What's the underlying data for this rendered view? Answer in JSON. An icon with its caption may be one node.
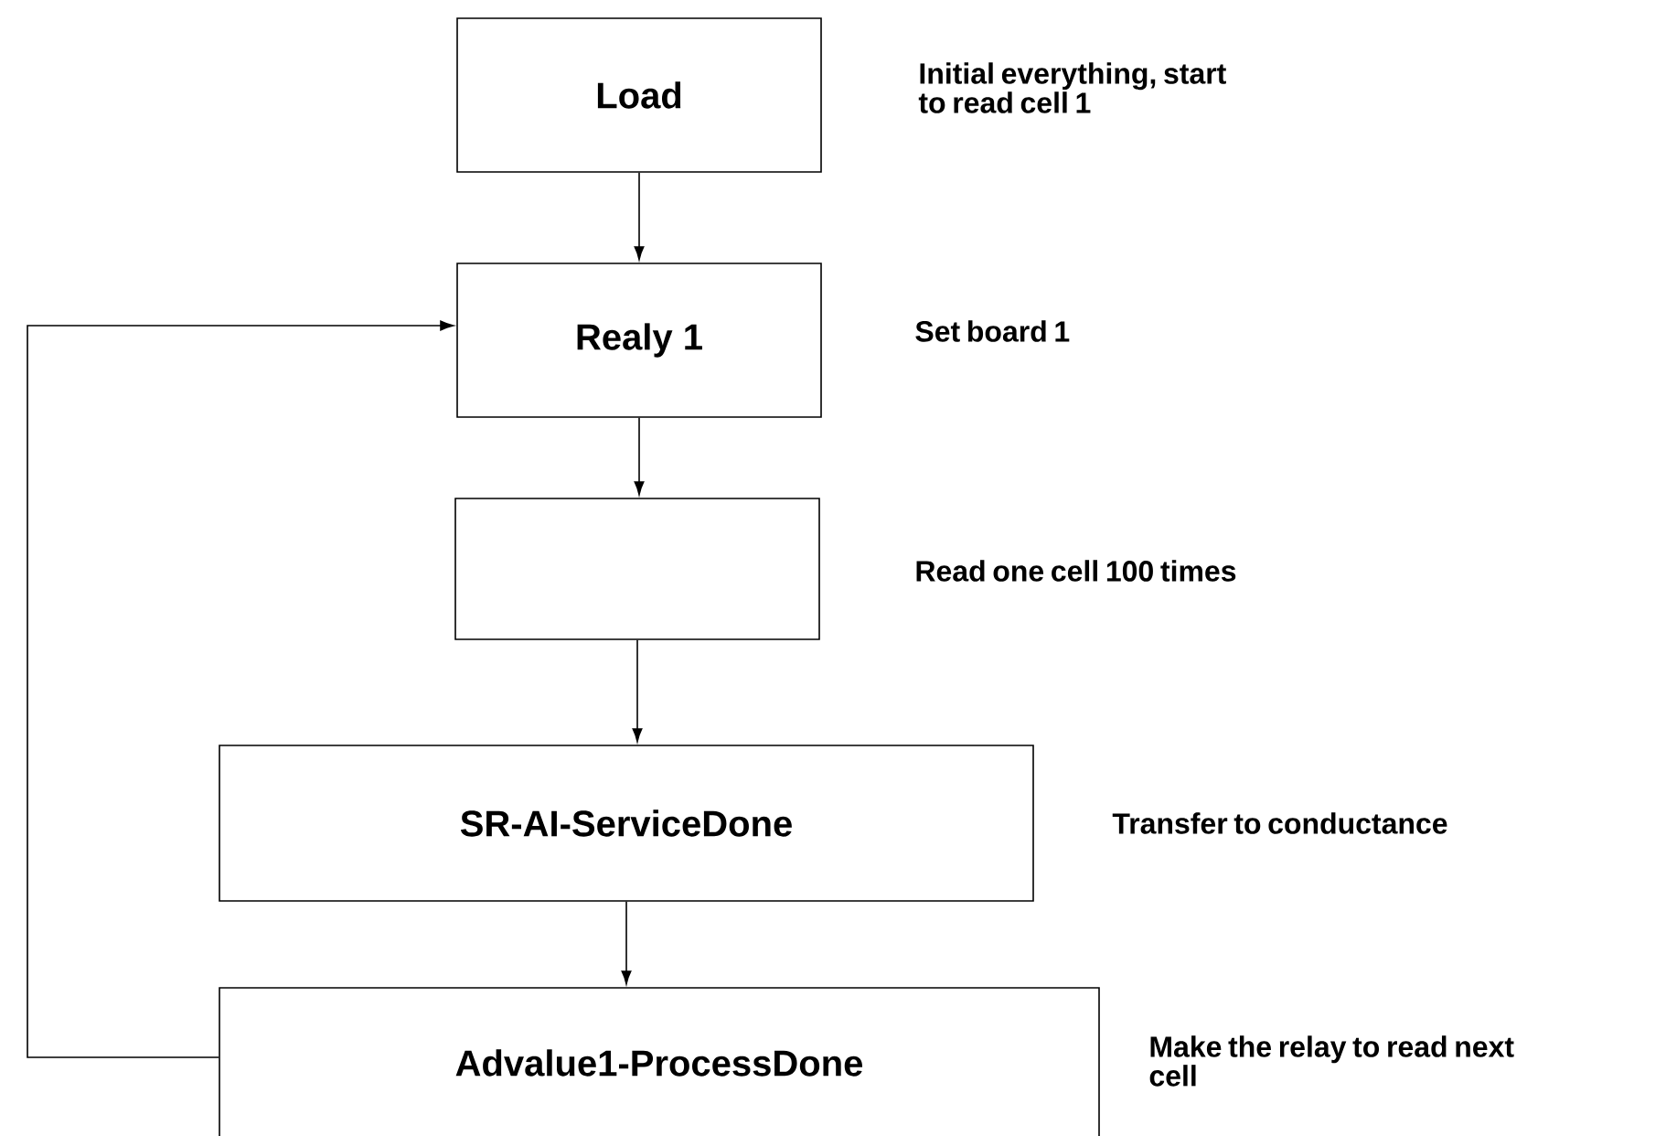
{
  "diagram": {
    "nodes": [
      {
        "text": [
          "Load"
        ],
        "beside": [
          "Initial everything, start to read cell 1"
        ]
      },
      {
        "text": [
          "Realy 1"
        ],
        "beside": [
          "Set board 1"
        ]
      },
      {
        "text": [],
        "shape": "box",
        "beside": [
          "Read one cell 100 times"
        ]
      },
      {
        "text": [
          "SR-AI-ServiceDone"
        ],
        "beside": [
          "Transfer to conductance"
        ]
      },
      {
        "text": [
          "Advalue1-ProcessDone"
        ],
        "beside": [
          "Make the relay to read next cell"
        ]
      }
    ],
    "edges": [
      {
        "from": 0,
        "to": 1,
        "arrow": "to"
      },
      {
        "from": 1,
        "to": 2,
        "arrow": "to"
      },
      {
        "from": 2,
        "to": 3,
        "arrow": "to"
      },
      {
        "from": 3,
        "to": 4,
        "arrow": "to"
      },
      {
        "from": 4,
        "to": 1,
        "arrow": "to"
      }
    ]
  }
}
